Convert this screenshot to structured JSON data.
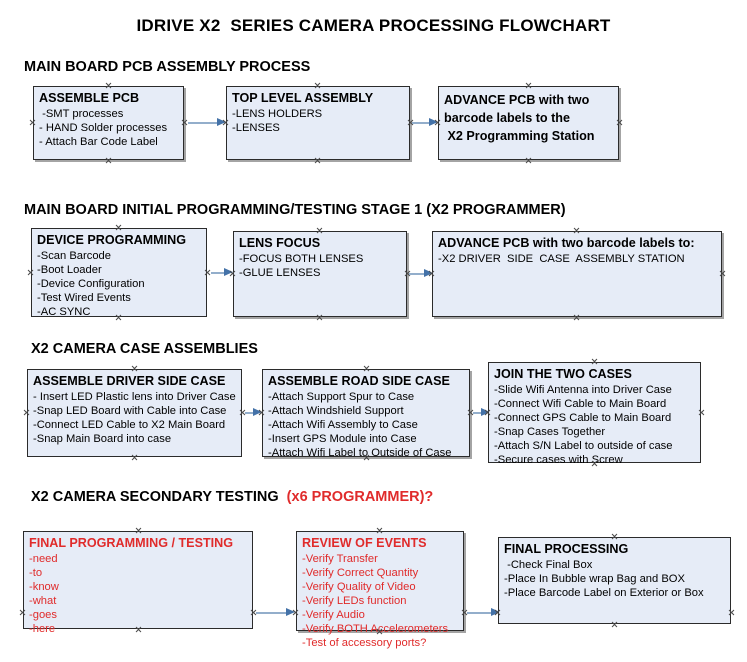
{
  "title": "IDRIVE X2  SERIES CAMERA PROCESSING FLOWCHART",
  "sections": [
    {
      "id": "s1",
      "label": "MAIN BOARD PCB ASSEMBLY PROCESS",
      "accent": ""
    },
    {
      "id": "s2",
      "label": "MAIN BOARD INITIAL PROGRAMMING/TESTING STAGE 1 (X2 PROGRAMMER)",
      "accent": ""
    },
    {
      "id": "s3",
      "label": "X2 CAMERA CASE ASSEMBLIES",
      "accent": ""
    },
    {
      "id": "s4",
      "label": "X2 CAMERA SECONDARY TESTING  ",
      "accent": "(x6 PROGRAMMER)?"
    }
  ],
  "colors": {
    "box_fill": "#e6ecf7",
    "box_border": "#2b2b2b",
    "arrow_line": "#93aecb",
    "arrow_head": "#4472a8",
    "accent_red": "#e02b2b",
    "text": "#000000"
  },
  "row1": {
    "box1": {
      "title": "ASSEMBLE PCB",
      "lines": [
        " -SMT processes",
        "- HAND Solder processes",
        "- Attach Bar Code Label"
      ]
    },
    "box2": {
      "title": "TOP LEVEL ASSEMBLY",
      "lines": [
        "-LENS HOLDERS",
        "-LENSES"
      ]
    },
    "box3": {
      "lines": [
        "ADVANCE PCB with two",
        "barcode labels to the",
        " X2 Programming Station"
      ]
    }
  },
  "row2": {
    "box1": {
      "title": "DEVICE PROGRAMMING",
      "lines": [
        "-Scan Barcode",
        "-Boot Loader",
        "-Device Configuration",
        "-Test Wired Events",
        "-AC SYNC"
      ]
    },
    "box2": {
      "title": "LENS FOCUS",
      "lines": [
        "-FOCUS BOTH LENSES",
        "-GLUE LENSES"
      ]
    },
    "box3": {
      "title": "ADVANCE PCB with two barcode labels to:",
      "lines": [
        "-X2 DRIVER  SIDE  CASE  ASSEMBLY STATION"
      ]
    }
  },
  "row3": {
    "box1": {
      "title": "ASSEMBLE DRIVER SIDE CASE",
      "lines": [
        "- Insert LED Plastic lens into Driver Case",
        "-Snap LED Board with Cable into Case",
        "-Connect LED Cable to X2 Main Board",
        "-Snap Main Board into case"
      ]
    },
    "box2": {
      "title": "ASSEMBLE ROAD SIDE CASE",
      "lines": [
        "-Attach Support Spur to Case",
        "-Attach Windshield Support",
        "-Attach Wifi Assembly to Case",
        "-Insert GPS Module into Case",
        "-Attach Wifi Label to Outside of Case"
      ]
    },
    "box3": {
      "title": "JOIN THE TWO CASES",
      "lines": [
        "-Slide Wifi Antenna into Driver Case",
        "-Connect Wifi Cable to Main Board",
        "-Connect GPS Cable to Main Board",
        "-Snap Cases Together",
        "-Attach S/N Label to outside of case",
        "-Secure cases with Screw"
      ]
    }
  },
  "row4": {
    "box1": {
      "title": "FINAL PROGRAMMING / TESTING",
      "lines": [
        "-need",
        "-to",
        "-know",
        "-what",
        "-goes",
        "-here"
      ]
    },
    "box2": {
      "title": "REVIEW OF EVENTS",
      "lines": [
        "-Verify Transfer",
        "-Verify Correct Quantity",
        "-Verify Quality of Video",
        "-Verify LEDs function",
        "-Verify Audio",
        "-Verify BOTH Accelerometers"
      ],
      "overflow_line": "-Test of accessory ports?"
    },
    "box3": {
      "title": "FINAL PROCESSING",
      "lines": [
        " -Check Final Box",
        "-Place In Bubble wrap Bag and BOX",
        "-Place Barcode Label on Exterior or Box"
      ]
    }
  }
}
